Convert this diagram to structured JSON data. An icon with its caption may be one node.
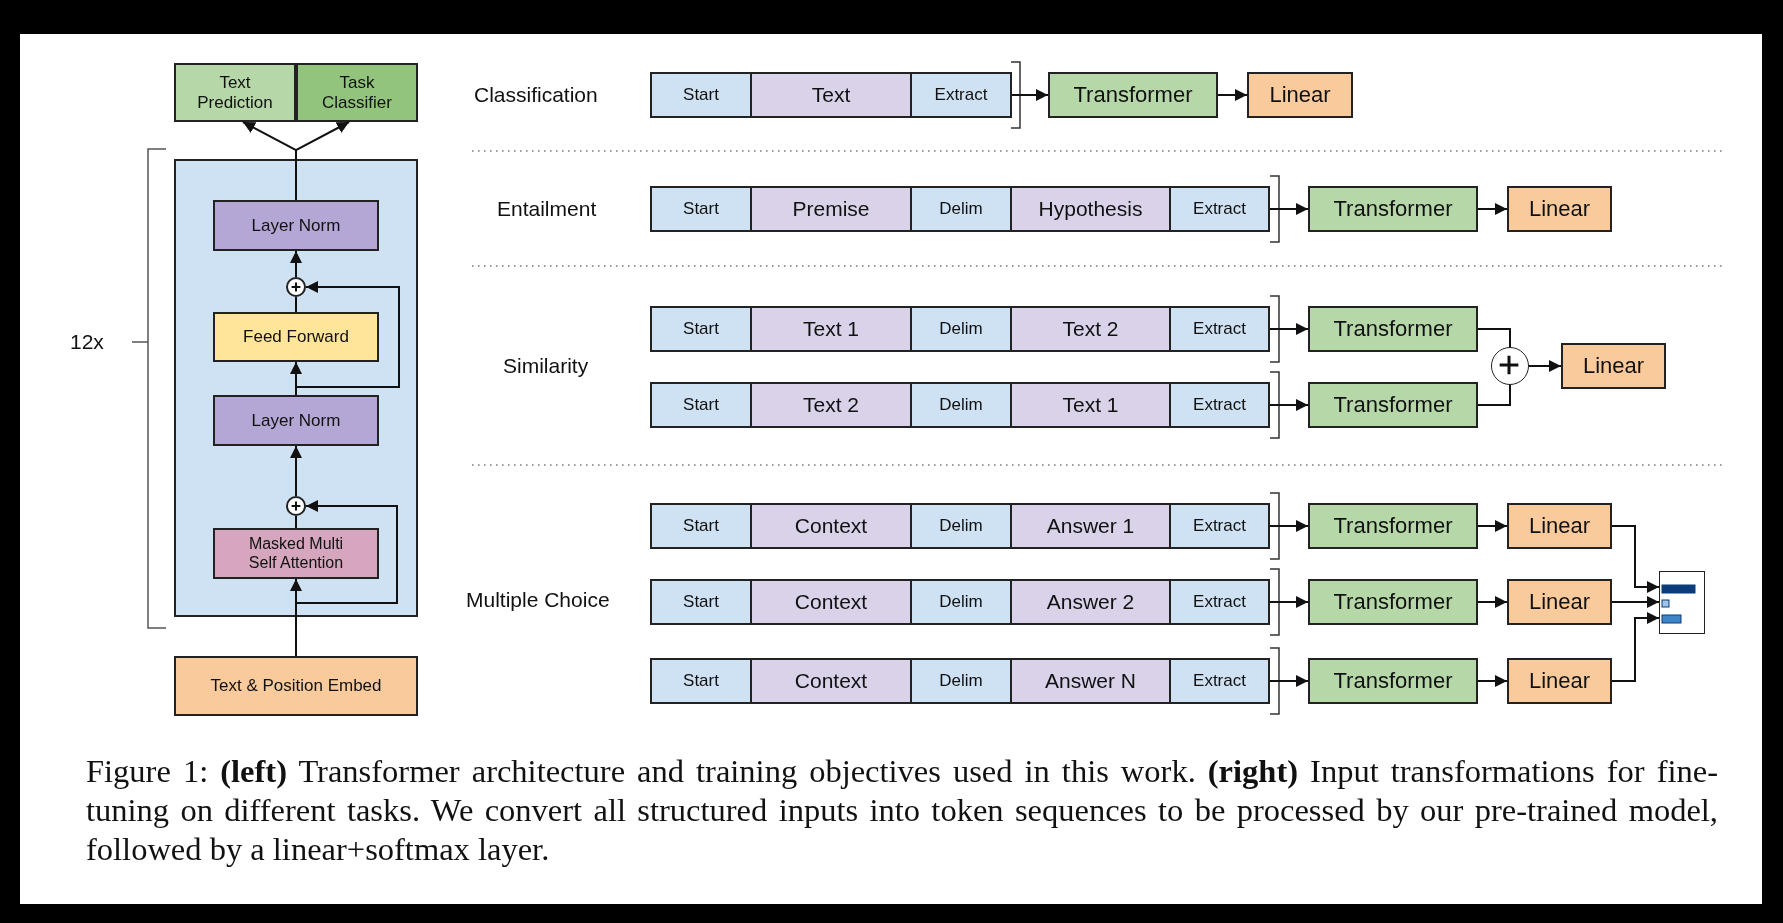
{
  "diagram": {
    "caption": "Figure 1: **(left)** Transformer architecture and training objectives used in this work. **(right)** Input transformations for fine-tuning on different tasks. We convert all structured inputs into token sequences to be processed by our pre-trained model, followed by a linear+softmax layer.",
    "nodes": [
      {
        "text": [
          "Text Prediction"
        ]
      },
      {
        "text": [
          "Task Classifier"
        ]
      },
      {
        "text": [],
        "shape": "box"
      },
      {
        "text": [
          "Layer Norm"
        ],
        "in": 2
      },
      {
        "text": [],
        "shape": "circle",
        "in": 2
      },
      {
        "text": [
          "Feed Forward"
        ],
        "in": 2
      },
      {
        "text": [
          "Layer Norm"
        ],
        "in": 2
      },
      {
        "text": [],
        "shape": "circle",
        "in": 2
      },
      {
        "text": [
          "Masked Multi Self Attention"
        ],
        "in": 2
      },
      {
        "text": [
          "Text & Position Embed"
        ]
      },
      {
        "text": [
          "Start"
        ]
      },
      {
        "text": [
          "Text"
        ]
      },
      {
        "text": [
          "Extract"
        ]
      },
      {
        "text": [
          "Transformer"
        ]
      },
      {
        "text": [
          "Linear"
        ]
      },
      {
        "text": [
          "Start"
        ]
      },
      {
        "text": [
          "Premise"
        ]
      },
      {
        "text": [
          "Delim"
        ]
      },
      {
        "text": [
          "Hypothesis"
        ]
      },
      {
        "text": [
          "Extract"
        ]
      },
      {
        "text": [
          "Transformer"
        ]
      },
      {
        "text": [
          "Linear"
        ]
      },
      {
        "text": [
          "Start"
        ]
      },
      {
        "text": [
          "Text 1"
        ]
      },
      {
        "text": [
          "Delim"
        ]
      },
      {
        "text": [
          "Text 2"
        ]
      },
      {
        "text": [
          "Extract"
        ]
      },
      {
        "text": [
          "Transformer"
        ]
      },
      {
        "text": [],
        "shape": "circle"
      },
      {
        "text": [
          "Linear"
        ]
      },
      {
        "text": [
          "Start"
        ]
      },
      {
        "text": [
          "Text 2"
        ]
      },
      {
        "text": [
          "Delim"
        ]
      },
      {
        "text": [
          "Text 1"
        ]
      },
      {
        "text": [
          "Extract"
        ]
      },
      {
        "text": [
          "Transformer"
        ]
      },
      {
        "text": [
          "Start"
        ]
      },
      {
        "text": [
          "Context"
        ]
      },
      {
        "text": [
          "Delim"
        ]
      },
      {
        "text": [
          "Answer 1"
        ]
      },
      {
        "text": [
          "Extract"
        ]
      },
      {
        "text": [
          "Transformer"
        ]
      },
      {
        "text": [
          "Linear"
        ]
      },
      {
        "text": [],
        "shape": "picture"
      },
      {
        "text": [
          "Start"
        ]
      },
      {
        "text": [
          "Context"
        ]
      },
      {
        "text": [
          "Delim"
        ]
      },
      {
        "text": [
          "Answer 2"
        ]
      },
      {
        "text": [
          "Extract"
        ]
      },
      {
        "text": [
          "Transformer"
        ]
      },
      {
        "text": [
          "Linear"
        ]
      },
      {
        "text": [
          "Start"
        ]
      },
      {
        "text": [
          "Context"
        ]
      },
      {
        "text": [
          "Delim"
        ]
      },
      {
        "text": [
          "Answer N"
        ]
      },
      {
        "text": [
          "Extract"
        ]
      },
      {
        "text": [
          "Transformer"
        ]
      },
      {
        "text": [
          "Linear"
        ]
      }
    ],
    "edges": [
      {
        "from": 3,
        "to": 0,
        "arrow": "to"
      },
      {
        "from": 3,
        "to": 1,
        "arrow": "to"
      },
      {
        "from": 4,
        "to": 3,
        "arrow": "to"
      },
      {
        "from": 5,
        "to": 4,
        "arrow": "none"
      },
      {
        "from": 6,
        "to": 5,
        "arrow": "to"
      },
      {
        "from": 6,
        "to": 4,
        "arrow": "to"
      },
      {
        "from": 7,
        "to": 6,
        "arrow": "to"
      },
      {
        "from": 8,
        "to": 7,
        "arrow": "none"
      },
      {
        "from": 9,
        "to": 8,
        "arrow": "to"
      },
      {
        "from": 9,
        "to": 7,
        "arrow": "to"
      },
      {
        "from": 12,
        "to": 13,
        "arrow": "to"
      },
      {
        "from": 13,
        "to": 14,
        "arrow": "to"
      },
      {
        "from": 19,
        "to": 20,
        "arrow": "to"
      },
      {
        "from": 20,
        "to": 21,
        "arrow": "to"
      },
      {
        "from": 26,
        "to": 27,
        "arrow": "to"
      },
      {
        "from": 27,
        "to": 28,
        "arrow": "none"
      },
      {
        "from": 28,
        "to": 29,
        "arrow": "to"
      },
      {
        "from": 34,
        "to": 35,
        "arrow": "to"
      },
      {
        "from": 35,
        "to": 28,
        "arrow": "none"
      },
      {
        "from": 40,
        "to": 41,
        "arrow": "to"
      },
      {
        "from": 41,
        "to": 42,
        "arrow": "to"
      },
      {
        "from": 42,
        "to": 43,
        "arrow": "to"
      },
      {
        "from": 48,
        "to": 49,
        "arrow": "to"
      },
      {
        "from": 49,
        "to": 50,
        "arrow": "to"
      },
      {
        "from": 50,
        "to": 43,
        "arrow": "to"
      },
      {
        "from": 55,
        "to": 56,
        "arrow": "to"
      },
      {
        "from": 56,
        "to": 57,
        "arrow": "to"
      },
      {
        "from": 57,
        "to": 43,
        "arrow": "to"
      }
    ],
    "labels": [
      "12x",
      "Classification",
      "Entailment",
      "Similarity",
      "Multiple Choice"
    ]
  }
}
